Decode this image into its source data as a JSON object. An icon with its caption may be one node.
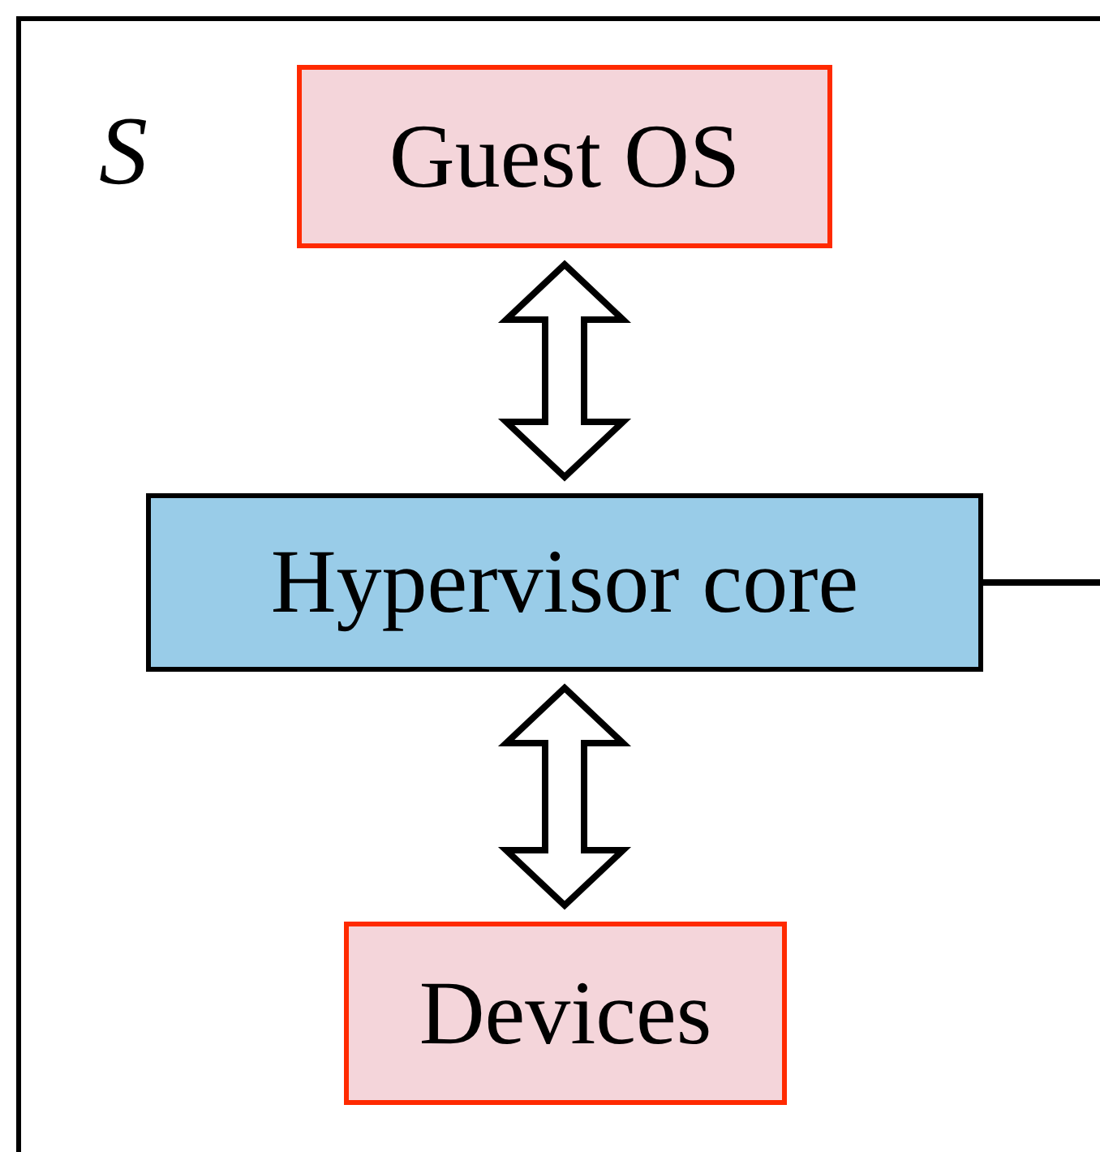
{
  "diagram": {
    "nodes": [
      {
        "text": [
          "S"
        ]
      },
      {
        "text": [
          "Guest OS"
        ],
        "in": 0
      },
      {
        "text": [
          "Hypervisor core"
        ],
        "in": 0
      },
      {
        "text": [
          "Devices"
        ],
        "in": 0
      }
    ],
    "edges": [
      {
        "from": 1,
        "to": 2,
        "arrow": "both"
      },
      {
        "from": 2,
        "to": 3,
        "arrow": "both"
      },
      {
        "from": 2,
        "to": null,
        "arrow": "none"
      }
    ]
  }
}
